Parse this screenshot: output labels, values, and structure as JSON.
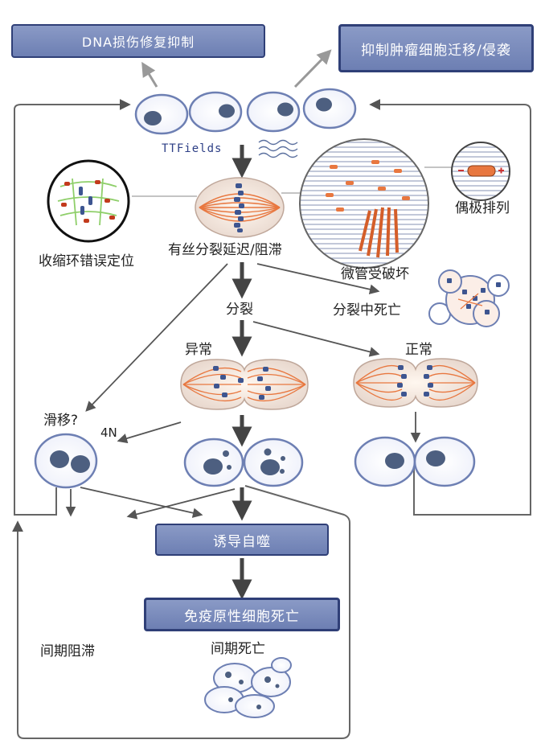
{
  "boxes": {
    "dna_repair_inhibition": "DNA损伤修复抑制",
    "inhibit_migration": "抑制肿瘤细胞迁移/侵袭",
    "induce_autophagy": "诱导自噬",
    "immunogenic_death": "免疫原性细胞死亡"
  },
  "labels": {
    "ttfields": "TTFields",
    "dipole_alignment": "偶极排列",
    "contractile_ring": "收缩环错误定位",
    "mitotic_delay": "有丝分裂延迟/阻滞",
    "microtubule_disruption": "微管受破坏",
    "division": "分裂",
    "mitotic_death": "分裂中死亡",
    "abnormal": "异常",
    "normal": "正常",
    "slippage": "滑移?",
    "tetraploid": "4N",
    "interphase_arrest": "间期阻滞",
    "interphase_death": "间期死亡"
  },
  "colors": {
    "box_fill": "#7a8bbd",
    "box_border": "#2f3f77",
    "cell_outline": "#6d7fb3",
    "nucleus": "#4d5f80",
    "spindle": "#e8773f",
    "chromosome": "#3d5590",
    "arrow": "#555555",
    "feedback_line": "#666666"
  },
  "icons": [
    "cell-icon",
    "mitotic-spindle-icon",
    "wave-icon",
    "dipole-icon",
    "microtubule-inset-icon",
    "contractile-ring-inset-icon",
    "apoptotic-cell-icon"
  ]
}
